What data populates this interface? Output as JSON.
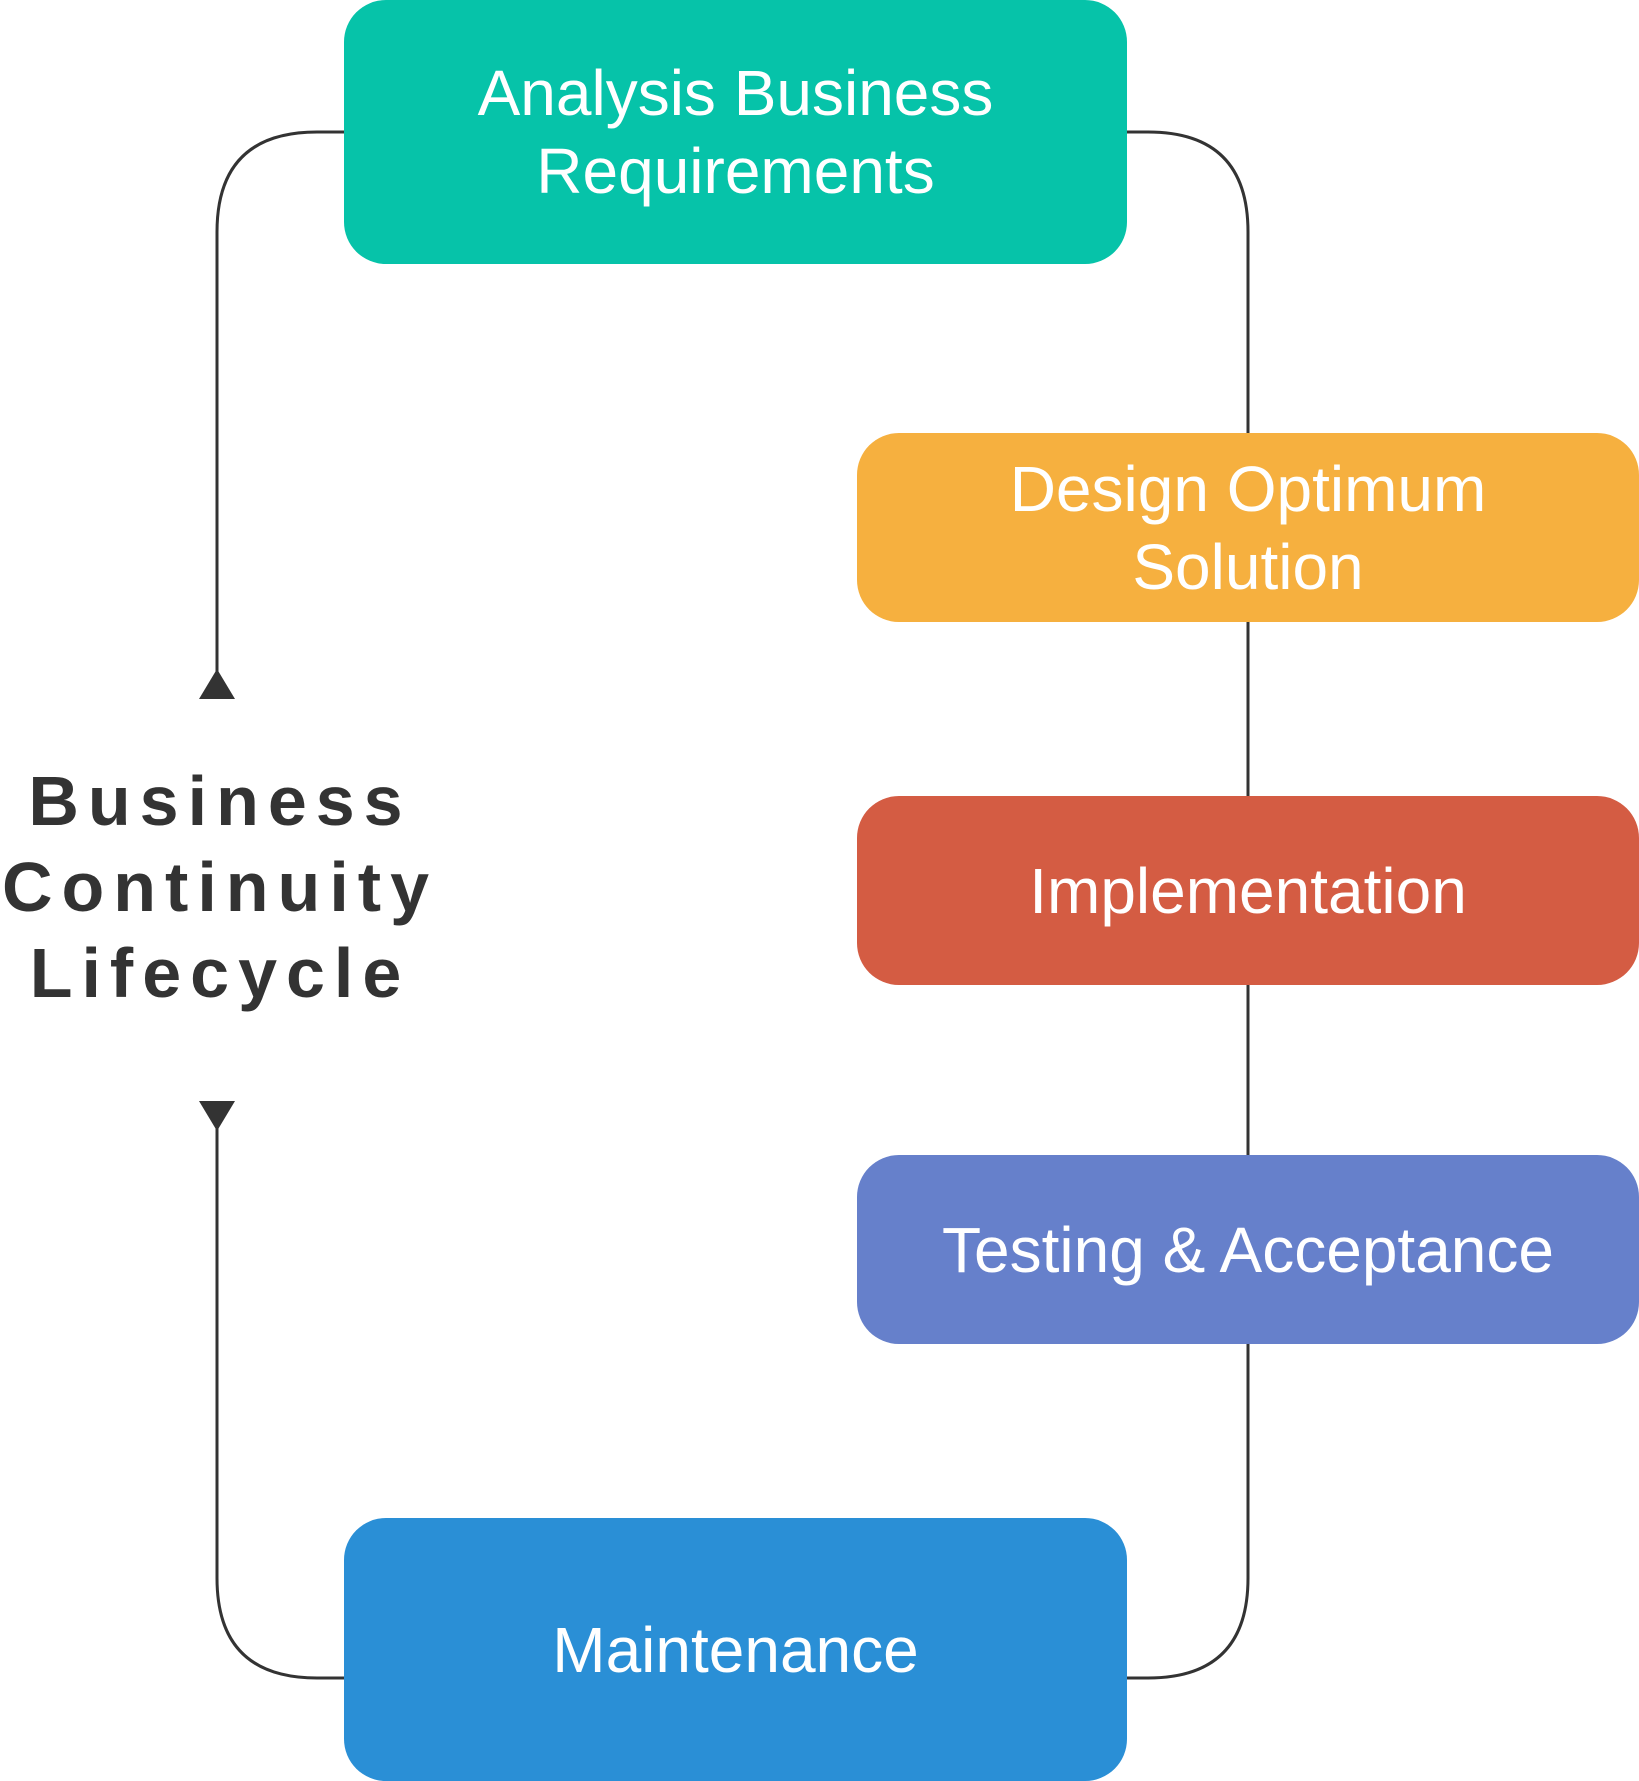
{
  "diagram": {
    "center_label_lines": [
      "Business",
      "Continuity",
      "Lifecycle"
    ],
    "steps": [
      {
        "lines": [
          "Analysis Business",
          "Requirements"
        ],
        "color": "#06c3a9"
      },
      {
        "lines": [
          "Design Optimum",
          "Solution"
        ],
        "color": "#f6b03f"
      },
      {
        "lines": [
          "Implementation"
        ],
        "color": "#d45c43"
      },
      {
        "lines": [
          "Testing & Acceptance"
        ],
        "color": "#6680cb"
      },
      {
        "lines": [
          "Maintenance"
        ],
        "color": "#2a8fd6"
      }
    ],
    "connector_color": "#333333"
  }
}
